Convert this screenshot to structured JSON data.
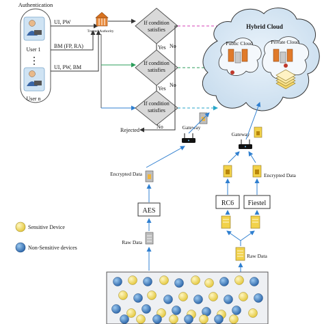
{
  "authentication": {
    "title": "Authentication",
    "user1": "User 1",
    "usern": "User n",
    "creds_top": "UI, PW",
    "creds_mid": "BM (FP, RA)",
    "creds_bottom": "UI, PW, BM"
  },
  "trusted_authority": "Trusted Authority",
  "decisions": [
    {
      "label_line1": "If condition",
      "label_line2": "satisfies",
      "yes": "Yes",
      "no": "No"
    },
    {
      "label_line1": "If condition",
      "label_line2": "satisfies",
      "yes": "Yes",
      "no": "No"
    },
    {
      "label_line1": "If condition",
      "label_line2": "satisfies",
      "yes": "",
      "no": "No"
    }
  ],
  "rejected": "Rejected",
  "cloud": {
    "title": "Hybrid Cloud",
    "public": "Public Cloud",
    "private": "Private Cloud"
  },
  "gateway_left": "Gateway",
  "gateway_right": "Gateway",
  "left_branch": {
    "encrypted": "Encrypted Data",
    "algorithm": "AES",
    "raw": "Raw Data"
  },
  "right_branch": {
    "encrypted": "Encrypted Data",
    "alg1": "RC6",
    "alg2": "Fiestel",
    "raw": "Raw Data"
  },
  "legend": {
    "sensitive": "Sensitive Device",
    "nonsensitive": "Non-Sensitive devices",
    "colors": {
      "sensitive": "#f2df5a",
      "nonsensitive": "#3f83c9"
    }
  },
  "devices": {
    "sensitive_count": 19,
    "nonsensitive_count": 19
  }
}
